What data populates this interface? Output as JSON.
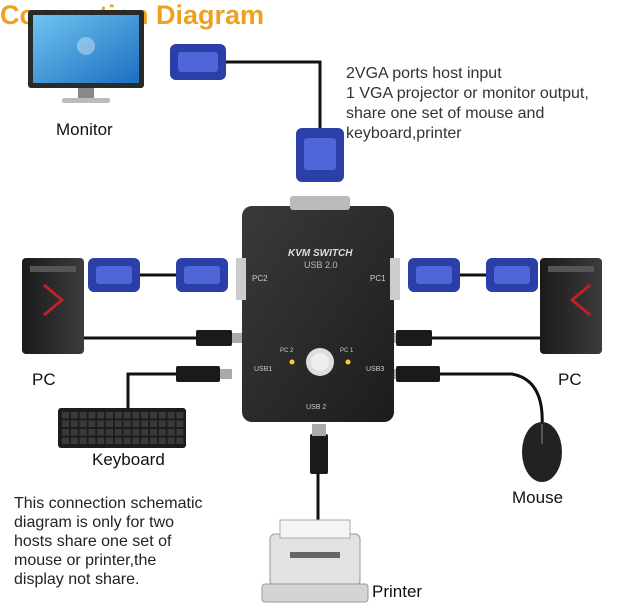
{
  "title": "Connection Diagram",
  "description_lines": [
    "2VGA ports host input",
    "1 VGA projector or monitor output,",
    "share one set of mouse and",
    "keyboard,printer"
  ],
  "labels": {
    "monitor": "Monitor",
    "pc_left": "PC",
    "pc_right": "PC",
    "keyboard": "Keyboard",
    "mouse": "Mouse",
    "printer": "Printer"
  },
  "note_lines": [
    "This connection schematic",
    "diagram is only for two",
    "hosts share one set of",
    "mouse or printer,the",
    "display not share."
  ],
  "device": {
    "name_line1": "KVM SWITCH",
    "name_line2": "USB 2.0",
    "port_pc1": "PC1",
    "port_pc2": "PC2",
    "led_pc1": "PC 1",
    "led_pc2": "PC 2",
    "usb1": "USB1",
    "usb2": "USB 2",
    "usb3": "USB3"
  },
  "colors": {
    "title": "#f0a020",
    "vga_blue": "#2a3fa8",
    "cable": "#111111",
    "device_body": "#2b2b2b"
  }
}
